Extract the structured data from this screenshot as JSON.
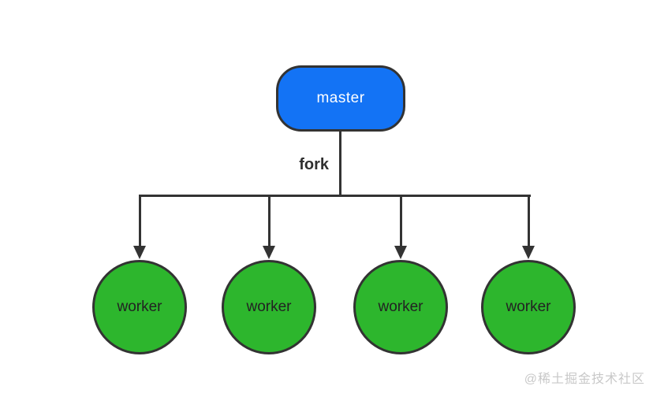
{
  "diagram": {
    "master": {
      "label": "master",
      "fill_color": "#1373f5"
    },
    "fork_label": "fork",
    "workers": [
      {
        "label": "worker"
      },
      {
        "label": "worker"
      },
      {
        "label": "worker"
      },
      {
        "label": "worker"
      }
    ],
    "worker_fill_color": "#2db62d",
    "line_color": "#333333"
  },
  "watermark": {
    "text": "@稀土掘金技术社区"
  }
}
